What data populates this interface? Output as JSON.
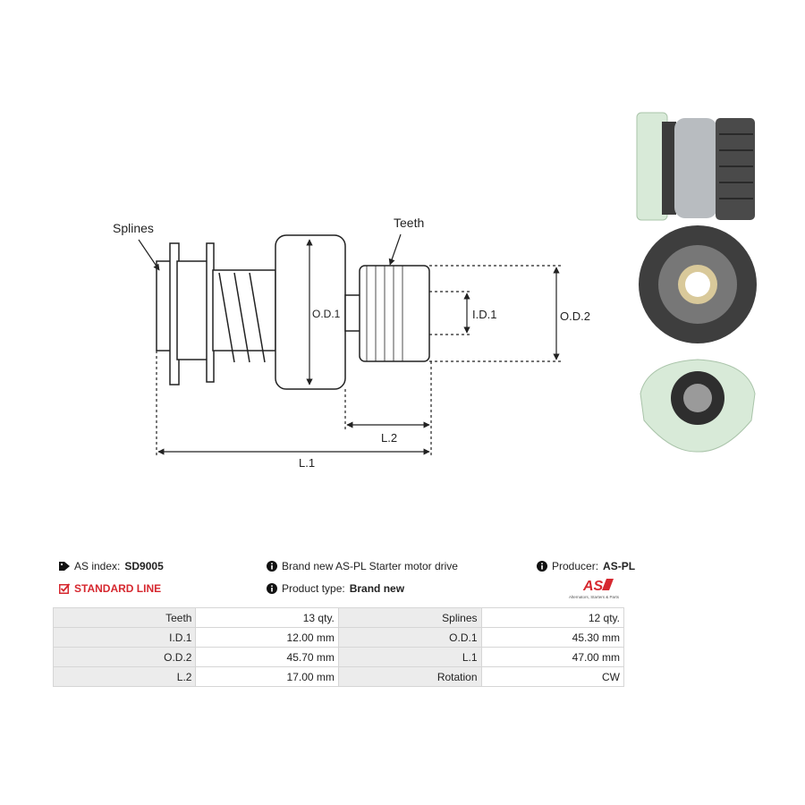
{
  "diagram": {
    "callouts": {
      "splines": "Splines",
      "teeth": "Teeth"
    },
    "dims": {
      "od1": "O.D.1",
      "id1": "I.D.1",
      "od2": "O.D.2",
      "l1": "L.1",
      "l2": "L.2"
    }
  },
  "photos": {
    "icons": [
      "side-view-photo",
      "front-view-photo",
      "rear-view-photo"
    ]
  },
  "info": {
    "index_label": "AS index:",
    "index_value": "SD9005",
    "line_label": "STANDARD LINE",
    "description": "Brand new AS-PL Starter motor drive",
    "type_label": "Product type:",
    "type_value": "Brand new",
    "producer_label": "Producer:",
    "producer_value": "AS-PL",
    "logo_text": "AS",
    "logo_tagline": "Alternators, Starters & Parts"
  },
  "colors": {
    "accent": "#d6282f",
    "header_bg": "#ececec",
    "border": "#d6d6d6"
  },
  "specs": [
    {
      "k1": "Teeth",
      "v1": "13 qty.",
      "k2": "Splines",
      "v2": "12 qty."
    },
    {
      "k1": "I.D.1",
      "v1": "12.00 mm",
      "k2": "O.D.1",
      "v2": "45.30 mm"
    },
    {
      "k1": "O.D.2",
      "v1": "45.70 mm",
      "k2": "L.1",
      "v2": "47.00 mm"
    },
    {
      "k1": "L.2",
      "v1": "17.00 mm",
      "k2": "Rotation",
      "v2": "CW"
    }
  ]
}
